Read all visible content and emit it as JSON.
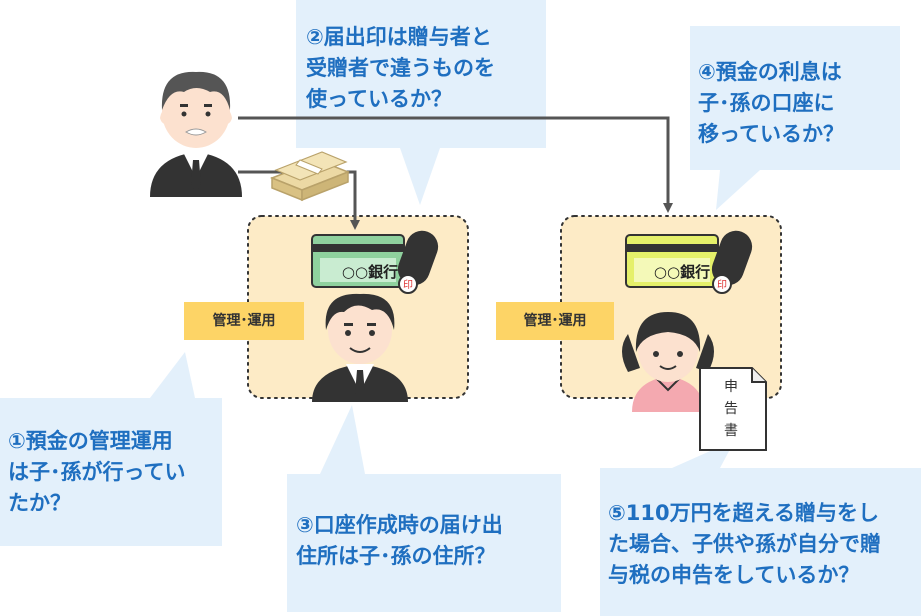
{
  "bubbles": {
    "q1": "①預金の管理運用\nは子･孫が行ってい\nたか？",
    "q2": "②届出印は贈与者と\n受贈者で違うものを\n使っているか？",
    "q3": "③口座作成時の届け出\n住所は子･孫の住所？",
    "q4": "④預金の利息は\n子･孫の口座に\n移っているか？",
    "q5": "⑤110万円を超える贈与をし\nた場合、子供や孫が自分で贈\n与税の申告をしているか？"
  },
  "tags": {
    "left": "管理･運用",
    "right": "管理･運用"
  },
  "bankbooks": {
    "left": "○○銀行",
    "right": "○○銀行"
  },
  "seal_char": "印",
  "document_label": "申\n告\n書",
  "colors": {
    "bubble_bg": "#e3f0fb",
    "question_text": "#1f6fc0",
    "account_area": "#fdebc6",
    "tag_bg": "#fdd466",
    "bankbook_left": "#8fd19e",
    "bankbook_right": "#e5f06a",
    "line": "#555555"
  }
}
